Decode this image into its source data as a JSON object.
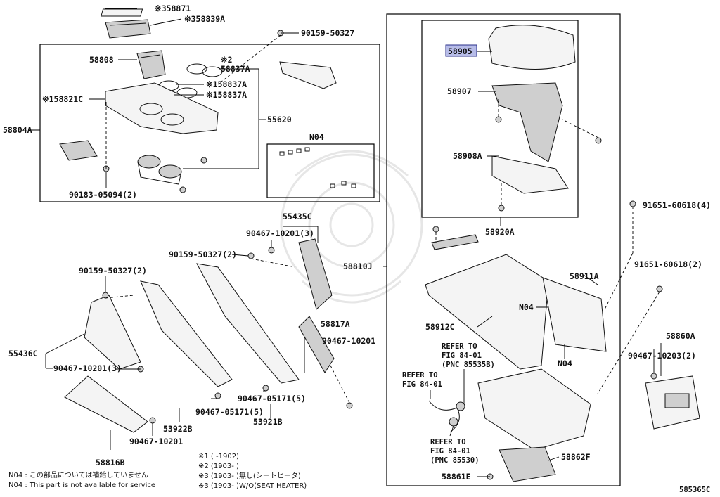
{
  "labels": {
    "p58871": "※358871",
    "p58839a": "※358839A",
    "p90159_50327_top": "90159-50327",
    "p58808": "58808",
    "p58837a_1": "※2\n58837A",
    "p58837a_2": "※158837A",
    "p58837a_3": "※158837A",
    "p58821c": "※158821C",
    "p58804a": "58804A",
    "p55620": "55620",
    "n04_box": "N04",
    "p90183": "90183-05094(2)",
    "p58905": "58905",
    "p58907": "58907",
    "p58908a": "58908A",
    "p58920a": "58920A",
    "p55435c": "55435C",
    "p90467_10201_3_top": "90467-10201(3)",
    "p90159_50327_2_mid": "90159-50327(2)",
    "p90159_50327_2_left": "90159-50327(2)",
    "p58810j": "58810J",
    "p58817a": "58817A",
    "p90467_10201_r": "90467-10201",
    "p55436c": "55436C",
    "p90467_10201_3_left": "90467-10201(3)",
    "p90467_05171_5_a": "90467-05171(5)",
    "p90467_05171_5_b": "90467-05171(5)",
    "p53922b": "53922B",
    "p53921b": "53921B",
    "p90467_10201_bot": "90467-10201",
    "p58816b": "58816B",
    "p91651_4": "91651-60618(4)",
    "p91651_2": "91651-60618(2)",
    "p58911a": "58911A",
    "n04_a": "N04",
    "n04_b": "N04",
    "p58912c": "58912C",
    "p58860a": "58860A",
    "p90467_10203": "90467-10203(2)",
    "p58862f": "58862F",
    "p58861e": "58861E",
    "refer1_a": "REFER TO",
    "refer1_b": "FIG 84-01",
    "refer1_c": "(PNC 85535B)",
    "refer2_a": "REFER TO",
    "refer2_b": "FIG 84-01",
    "refer3_a": "REFER TO",
    "refer3_b": "FIG 84-01",
    "refer3_c": "(PNC 85530)",
    "diagram_id": "585365C"
  },
  "notes": {
    "n04_jp": "N04 : この部品については補給していません",
    "n04_en": "N04 : This part is not available for service",
    "m1": "※1 (      -1902)",
    "m2": "※2 (1903-      )",
    "m3a": "※3 (1903-      )無し(シートヒータ)",
    "m3b": "※3 (1903-      )W/O(SEAT HEATER)"
  },
  "highlight": {
    "part": "58905",
    "color": "#b7bce8"
  }
}
